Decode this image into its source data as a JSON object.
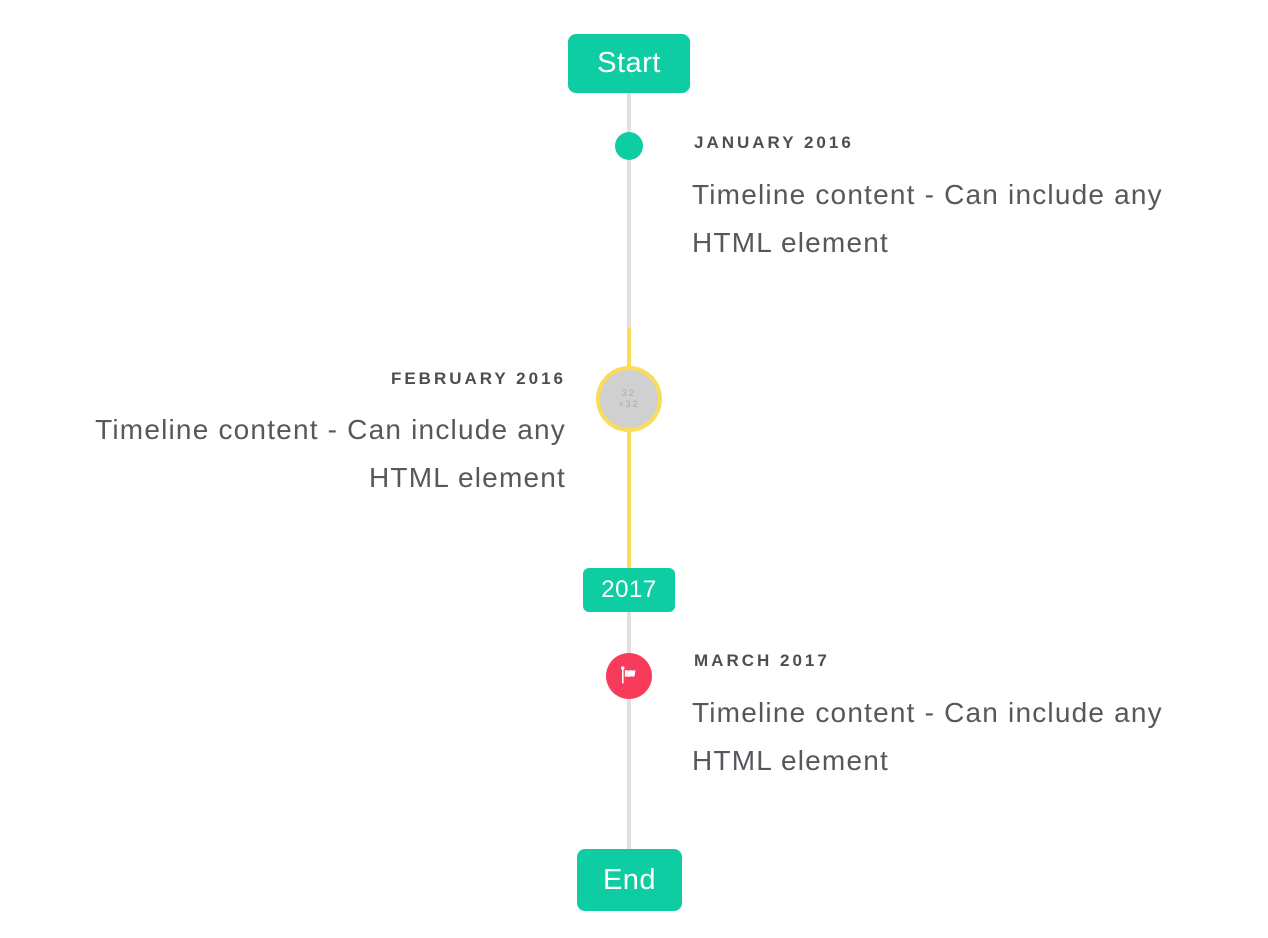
{
  "colors": {
    "accent_teal": "#0fcda3",
    "accent_yellow": "#fadc5a",
    "accent_red": "#f93b5b",
    "line_gray": "#e0e0e0",
    "marker_gray_fill": "#d0d0d0",
    "title_text": "#4b4e53",
    "content_text": "#55585c"
  },
  "timeline": {
    "start_badge": "Start",
    "year_badge": "2017",
    "end_badge": "End",
    "items": [
      {
        "title": "JANUARY 2016",
        "content_line1": "Timeline content - Can include any",
        "content_line2": "HTML element",
        "side": "right",
        "marker": "teal-dot"
      },
      {
        "title": "FEBRUARY 2016",
        "content_line1": "Timeline content - Can include any",
        "content_line2": "HTML element",
        "side": "left",
        "marker": "broken-image-circle",
        "marker_broken_image_text": "32 ×32"
      },
      {
        "title": "MARCH 2017",
        "content_line1": "Timeline content - Can include any",
        "content_line2": "HTML element",
        "side": "right",
        "marker": "red-flag-circle"
      }
    ]
  }
}
